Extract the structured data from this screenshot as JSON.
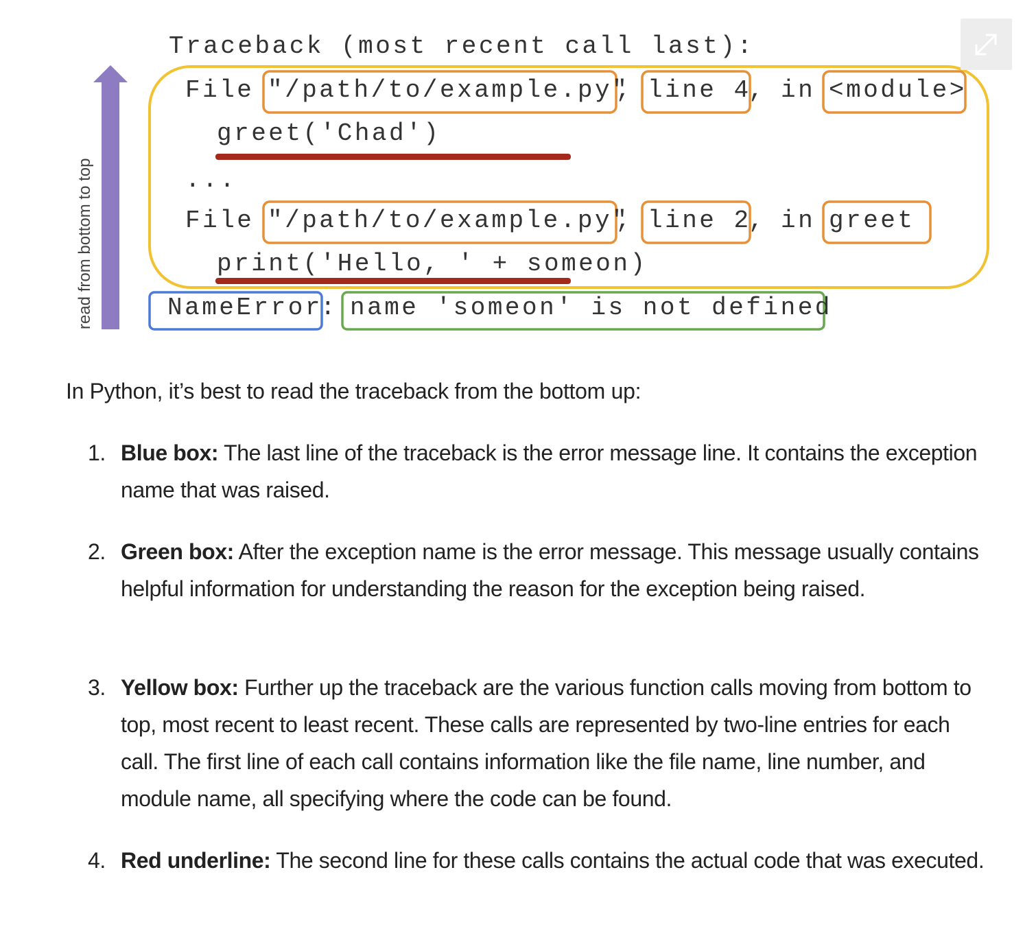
{
  "figure": {
    "header": "Traceback (most recent call last):",
    "frames": [
      {
        "file_prefix": "File ",
        "path": "\"/path/to/example.py\"",
        "comma1": ",",
        "line": "line 4",
        "comma2": ",",
        "in_word": "in",
        "scope": "<module>",
        "code": "greet('Chad')"
      },
      {
        "file_prefix": "File ",
        "path": "\"/path/to/example.py\"",
        "comma1": ",",
        "line": "line 2",
        "comma2": ",",
        "in_word": "in",
        "scope": "greet",
        "code": "print('Hello, ' + someon)"
      }
    ],
    "ellipsis": "...",
    "error_name": "NameError",
    "error_colon": ":",
    "error_message": "name 'someon' is not defined",
    "arrow_label": "read from bottom to top",
    "colors": {
      "blue_box": "#4a7bd8",
      "green_box": "#6aa84f",
      "yellow_box": "#f1c232",
      "orange_box": "#e69138",
      "red_underline": "#a32a1c",
      "arrow": "#8e7cc3"
    },
    "expand_icon": "expand-arrows-icon"
  },
  "intro": "In Python, it’s best to read the traceback from the bottom up:",
  "items": [
    {
      "number": "1.",
      "label": "Blue box:",
      "text": " The last line of the traceback is the error message line. It contains the exception name that was raised."
    },
    {
      "number": "2.",
      "label": "Green box:",
      "text": " After the exception name is the error message. This message usually contains helpful information for understanding the reason for the exception being raised."
    },
    {
      "number": "3.",
      "label": "Yellow box:",
      "text": " Further up the traceback are the various function calls moving from bottom to top, most recent to least recent. These calls are represented by two-line entries for each call. The first line of each call contains information like the file name, line number, and module name, all specifying where the code can be found."
    },
    {
      "number": "4.",
      "label": "Red underline:",
      "text": " The second line for these calls contains the actual code that was executed."
    }
  ]
}
